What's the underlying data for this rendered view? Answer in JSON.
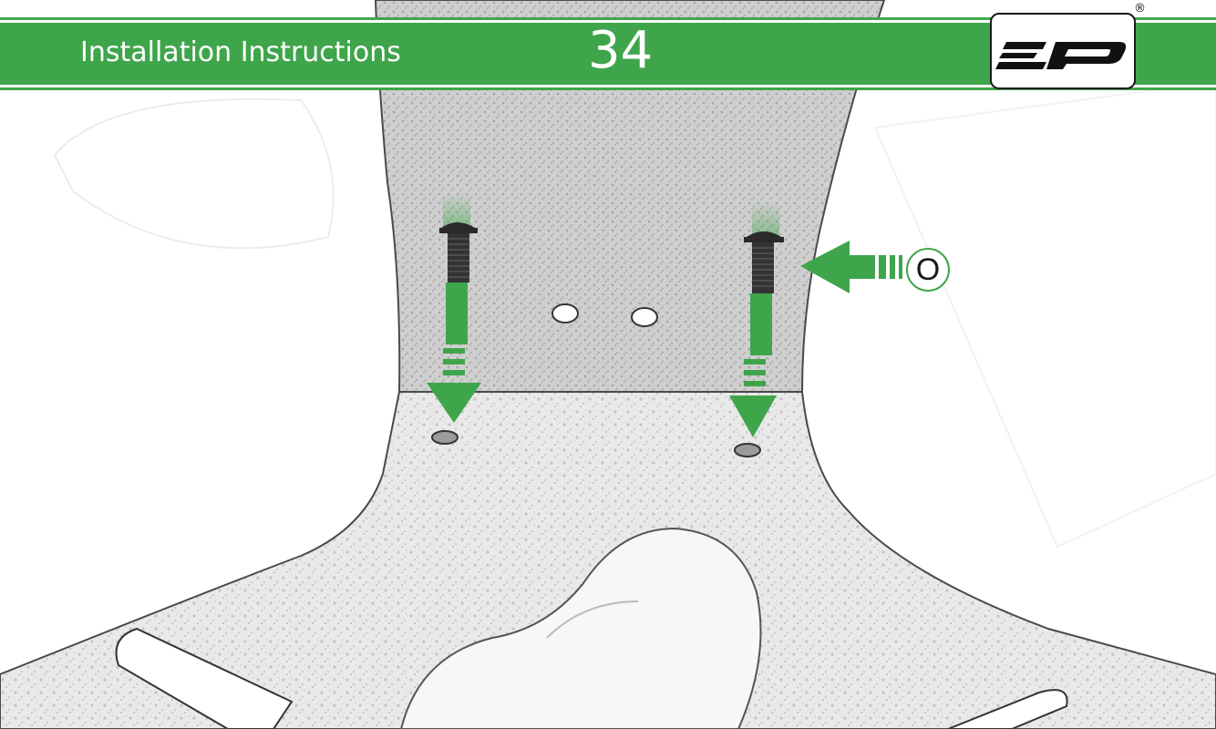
{
  "header": {
    "title": "Installation Instructions",
    "page_number": "34",
    "logo": {
      "text": "EP",
      "registered": "®"
    }
  },
  "callout": {
    "label": "O"
  },
  "colors": {
    "accent_green": "#3fa54b",
    "outline": "#1a1a1a",
    "background": "#ffffff"
  },
  "icons": {
    "bolt": "hex-button-bolt",
    "arrow": "down-arrow",
    "pointer": "left-arrow"
  }
}
